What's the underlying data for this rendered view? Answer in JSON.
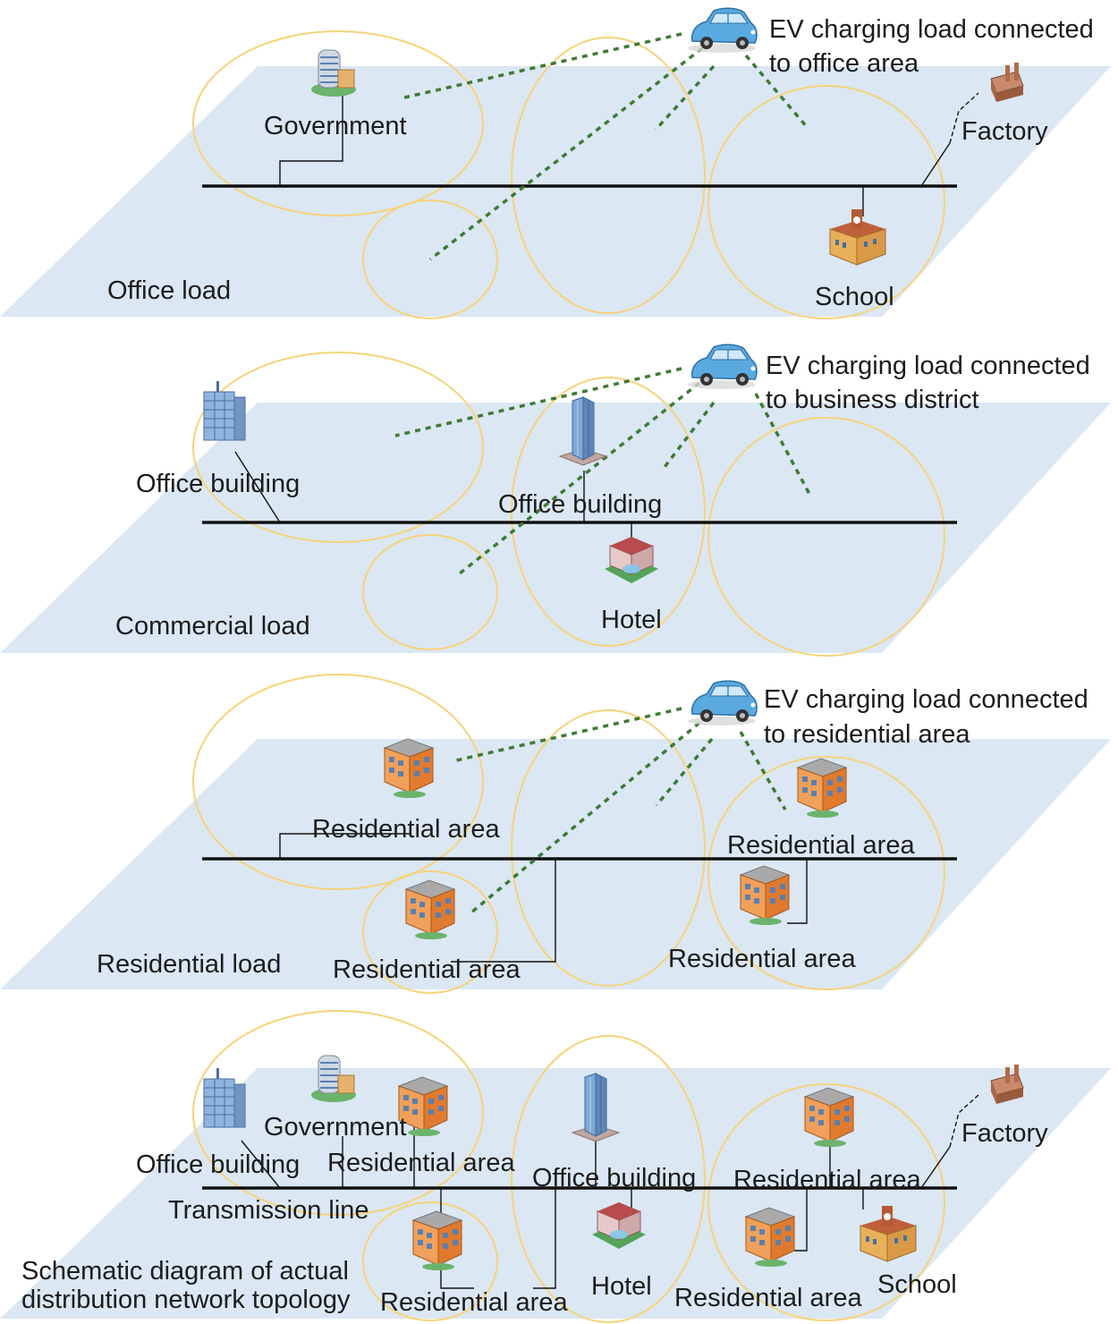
{
  "colors": {
    "plane": "#dbe7f3",
    "service_area_ring": "#f6d37a",
    "ev_link": "#3f7a35",
    "bus": "#111111",
    "car_body": "#5aa9e0",
    "building_blue": "#7fa7d6",
    "building_orange": "#e8823a"
  },
  "icons": [
    "ev-car-icon",
    "government-building-icon",
    "factory-icon",
    "school-icon",
    "office-tower-icon",
    "hotel-icon",
    "residential-building-icon"
  ],
  "layers": [
    {
      "id": "office",
      "layer_label": "Office load",
      "ev_caption": [
        "EV charging load connected",
        "to office area"
      ],
      "labels": {
        "government": "Government",
        "factory": "Factory",
        "school": "School"
      }
    },
    {
      "id": "commercial",
      "layer_label": "Commercial load",
      "ev_caption": [
        "EV charging load connected",
        "to business district"
      ],
      "labels": {
        "office_building_1": "Office building",
        "office_building_2": "Office building",
        "hotel": "Hotel"
      }
    },
    {
      "id": "residential",
      "layer_label": "Residential load",
      "ev_caption": [
        "EV charging load connected",
        "to residential area"
      ],
      "labels": {
        "res_1": "Residential area",
        "res_2": "Residential area",
        "res_3": "Residential area",
        "res_4": "Residential area"
      }
    },
    {
      "id": "topology",
      "layer_label": [
        "Schematic diagram of actual",
        "distribution network topology"
      ],
      "labels": {
        "office_building_1": "Office building",
        "government": "Government",
        "res_1": "Residential area",
        "transmission_line": "Transmission line",
        "office_building_2": "Office building",
        "res_2": "Residential area",
        "factory": "Factory",
        "res_3": "Residential area",
        "hotel": "Hotel",
        "res_4": "Residential area",
        "school": "School"
      }
    }
  ]
}
